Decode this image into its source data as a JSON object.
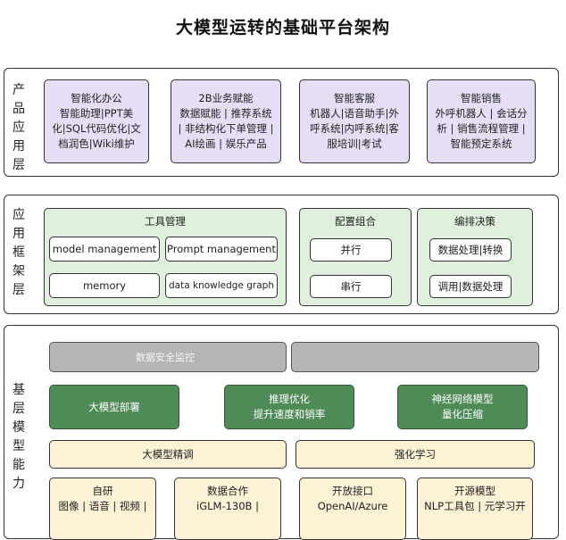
{
  "title": "大模型运转的基础平台架构",
  "product_layer": {
    "label": "产品应用层",
    "boxes": [
      {
        "heading": "智能化办公",
        "body": "智能助理|PPT美化|SQL代码优化|文档润色|Wiki维护"
      },
      {
        "heading": "2B业务赋能",
        "body": "数据赋能 | 推荐系统 | 非结构化下单管理 | AI绘画 | 娱乐产品"
      },
      {
        "heading": "智能客服",
        "body": "机器人|语音助手|外呼系统|内呼系统|客服培训|考试"
      },
      {
        "heading": "智能销售",
        "body": "外呼机器人 | 会话分析 | 销售流程管理 | 智能预定系统"
      }
    ]
  },
  "framework_layer": {
    "label": "应用框架层",
    "tool_panel": {
      "title": "工具管理",
      "items": [
        "model management",
        "Prompt management",
        "memory",
        "data knowledge graph"
      ]
    },
    "config_panel": {
      "title": "配置组合",
      "items": [
        "并行",
        "串行"
      ]
    },
    "orchestration_panel": {
      "title": "编排决策",
      "items": [
        "数据处理|转换",
        "调用|数据处理"
      ]
    }
  },
  "base_layer": {
    "label": "基层模型能力",
    "gray_bars": [
      "数据安全监控",
      ""
    ],
    "green_boxes": [
      {
        "line1": "大模型部署",
        "line2": ""
      },
      {
        "line1": "推理优化",
        "line2": "提升速度和销率"
      },
      {
        "line1": "神经网络模型",
        "line2": "量化压缩"
      }
    ],
    "cream_bars": [
      "大模型精调",
      "强化学习"
    ],
    "bottom_boxes": [
      {
        "heading": "自研",
        "body": "图像 | 语音 | 视频 |"
      },
      {
        "heading": "数据合作",
        "body": "iGLM-130B |"
      },
      {
        "heading": "开放接口",
        "body": "OpenAI/Azure"
      },
      {
        "heading": "开源模型",
        "body": "NLP工具包 | 元学习开"
      }
    ]
  }
}
